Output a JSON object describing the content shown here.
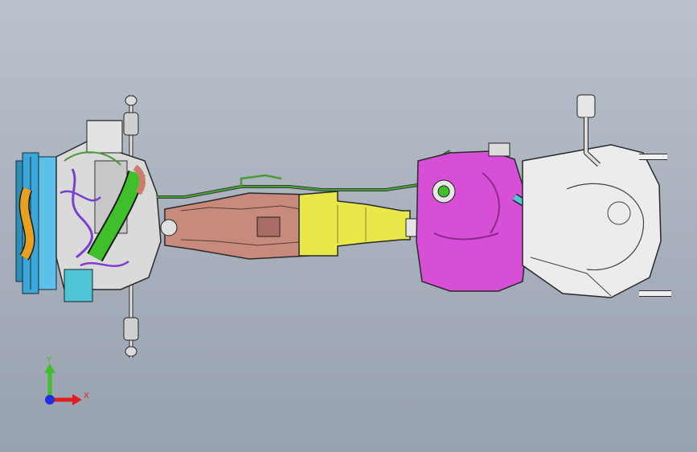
{
  "viewport": {
    "background_top": "#b9c1cc",
    "background_bottom": "#98a1ae"
  },
  "assembly": {
    "icon": "vehicle-powertrain-assembly",
    "colors": {
      "outline": "#2a2a2a",
      "radiator": "#3aa7d8",
      "radiator_hose": "#e8a020",
      "engine": "#d9d9d9",
      "intake_pipe": "#3fbf2a",
      "wiring": "#7a3fd1",
      "transmission": "#c98a7e",
      "transfer_case": "#e8e84a",
      "fuel_tank": "#d64fd6",
      "fuel_line": "#4a9a3a",
      "rear_subframe": "#e8e8e8",
      "fluid_cyan": "#4fc6d8"
    }
  },
  "triad": {
    "y_label": "Y",
    "x_label": "X",
    "y_color": "#3fbf2a",
    "x_color": "#e02020",
    "z_color": "#2030e0"
  }
}
